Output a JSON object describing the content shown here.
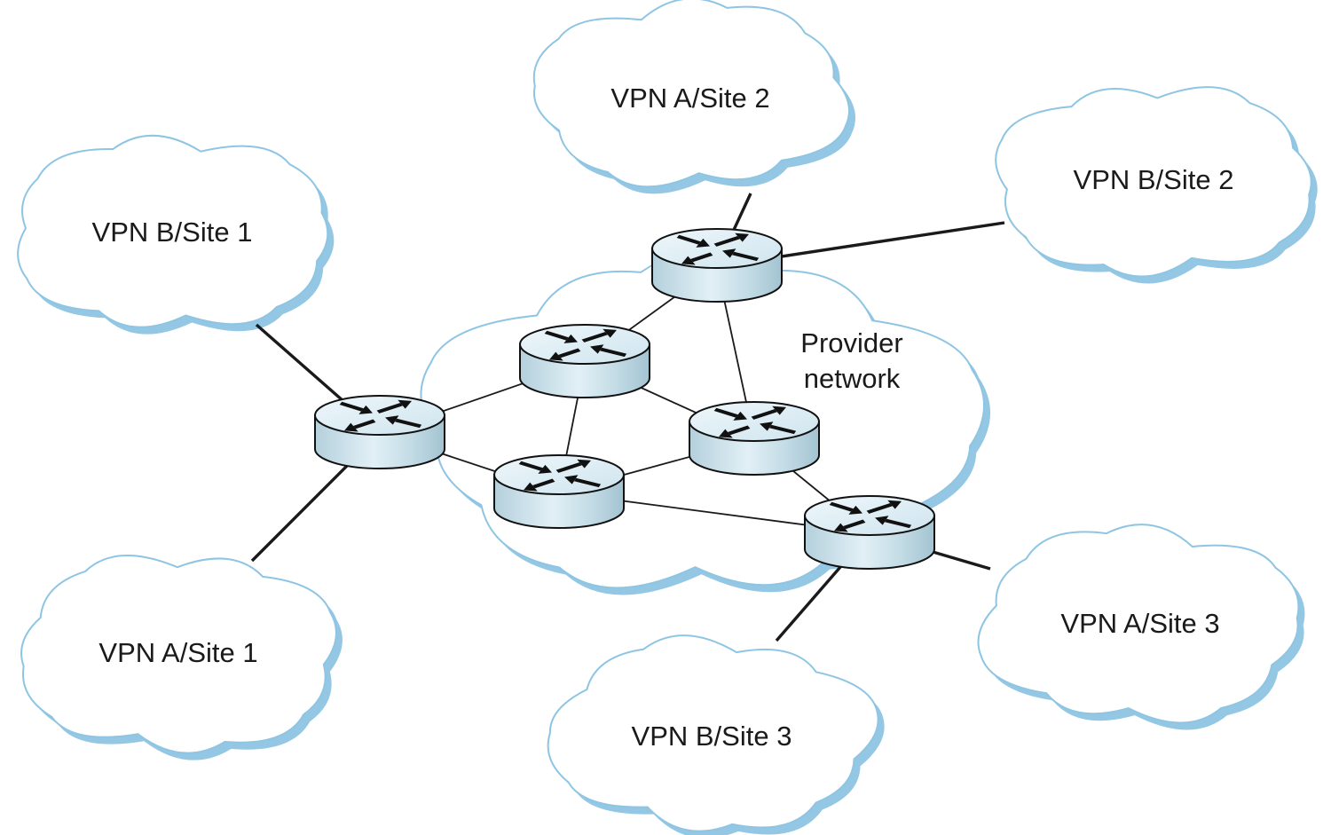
{
  "diagram": {
    "colors": {
      "cloud_outline": "#8ec5e3",
      "cloud_shadow": "#93c7e4",
      "cloud_fill": "#ffffff",
      "router_top": "#e4f1f7",
      "router_side_light": "#e2f0f6",
      "router_side_dark": "#a6c6d3",
      "link": "#1a1a1a"
    },
    "provider": {
      "label_line1": "Provider",
      "label_line2": "network"
    },
    "sites": [
      {
        "id": "a2",
        "label": "VPN A/Site 2"
      },
      {
        "id": "b2",
        "label": "VPN B/Site 2"
      },
      {
        "id": "b1",
        "label": "VPN B/Site 1"
      },
      {
        "id": "a1",
        "label": "VPN A/Site 1"
      },
      {
        "id": "a3",
        "label": "VPN A/Site 3"
      },
      {
        "id": "b3",
        "label": "VPN B/Site 3"
      }
    ],
    "routers": [
      {
        "id": "r-top",
        "role": "edge"
      },
      {
        "id": "r-left",
        "role": "edge"
      },
      {
        "id": "r-inner-top",
        "role": "core"
      },
      {
        "id": "r-inner-right",
        "role": "core"
      },
      {
        "id": "r-inner-bottom",
        "role": "core"
      },
      {
        "id": "r-bottom-right",
        "role": "edge"
      }
    ],
    "links": [
      {
        "from": "r-top",
        "to": "a2",
        "kind": "access"
      },
      {
        "from": "r-top",
        "to": "b2",
        "kind": "access"
      },
      {
        "from": "r-left",
        "to": "b1",
        "kind": "access"
      },
      {
        "from": "r-left",
        "to": "a1",
        "kind": "access"
      },
      {
        "from": "r-bottom-right",
        "to": "a3",
        "kind": "access"
      },
      {
        "from": "r-bottom-right",
        "to": "b3",
        "kind": "access"
      },
      {
        "from": "r-top",
        "to": "r-inner-top",
        "kind": "core"
      },
      {
        "from": "r-top",
        "to": "r-inner-right",
        "kind": "core"
      },
      {
        "from": "r-left",
        "to": "r-inner-top",
        "kind": "core"
      },
      {
        "from": "r-left",
        "to": "r-inner-bottom",
        "kind": "core"
      },
      {
        "from": "r-inner-top",
        "to": "r-inner-right",
        "kind": "core"
      },
      {
        "from": "r-inner-top",
        "to": "r-inner-bottom",
        "kind": "core"
      },
      {
        "from": "r-inner-bottom",
        "to": "r-inner-right",
        "kind": "core"
      },
      {
        "from": "r-inner-bottom",
        "to": "r-bottom-right",
        "kind": "core"
      },
      {
        "from": "r-inner-right",
        "to": "r-bottom-right",
        "kind": "core"
      }
    ]
  }
}
